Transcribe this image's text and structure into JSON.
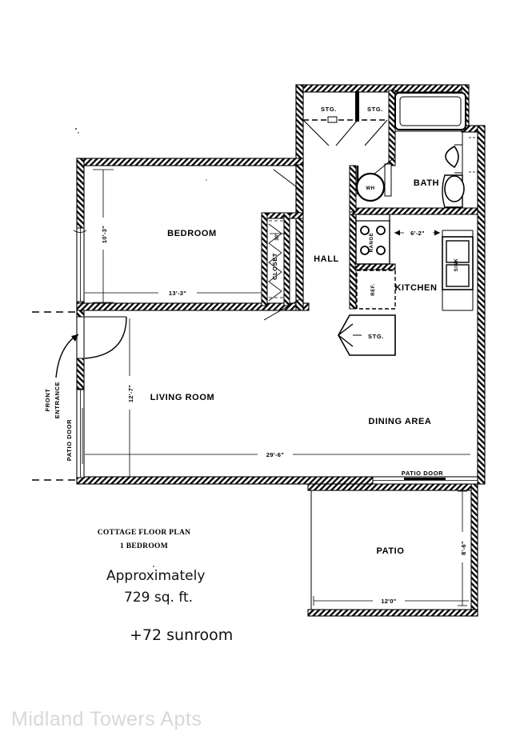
{
  "document": {
    "title_line1": "COTTAGE FLOOR PLAN",
    "title_line2": "1 BEDROOM",
    "handwritten_line1": "Approximately",
    "handwritten_line2": "729 sq. ft.",
    "handwritten_line3": "+72 sunroom",
    "watermark": "Midland Towers Apts"
  },
  "rooms": {
    "bedroom": "BEDROOM",
    "closet": "CLOSET",
    "hall": "HALL",
    "bath": "BATH",
    "kitchen": "KITCHEN",
    "living_room": "LIVING ROOM",
    "dining_area": "DINING AREA",
    "patio": "PATIO"
  },
  "fixtures": {
    "storage_1": "STG.",
    "storage_2": "STG.",
    "storage_3": "STG.",
    "water_heater": "WH",
    "range": "RANGE",
    "refrigerator": "REF.",
    "sink": "SINK"
  },
  "annotations": {
    "front_entrance_line1": "FRONT",
    "front_entrance_line2": "ENTRANCE",
    "patio_door_left": "PATIO DOOR",
    "patio_door_bottom": "PATIO DOOR"
  },
  "dimensions": {
    "bedroom_height": "10'-3\"",
    "bedroom_width": "13'-3\"",
    "closet_depth": "30\"",
    "kitchen_width": "6'-2\"",
    "living_room_height": "12'-7\"",
    "overall_width": "29'-6\"",
    "patio_width": "12'0\"",
    "patio_height": "8'-6\""
  },
  "chart_data": {
    "type": "table",
    "title": "COTTAGE FLOOR PLAN 1 BEDROOM",
    "rows": [
      {
        "room": "BEDROOM",
        "dimensions": "13'-3\" x 10'-3\""
      },
      {
        "room": "LIVING ROOM",
        "dimensions": "12'-7\" deep"
      },
      {
        "room": "DINING AREA",
        "dimensions": "part of 29'-6\" span"
      },
      {
        "room": "KITCHEN",
        "dimensions": "6'-2\" wide"
      },
      {
        "room": "CLOSET",
        "dimensions": "30\" deep"
      },
      {
        "room": "PATIO",
        "dimensions": "12'0\" x 8'-6\""
      },
      {
        "room": "TOTAL",
        "dimensions": "Approximately 729 sq. ft. +72 sunroom"
      }
    ]
  }
}
